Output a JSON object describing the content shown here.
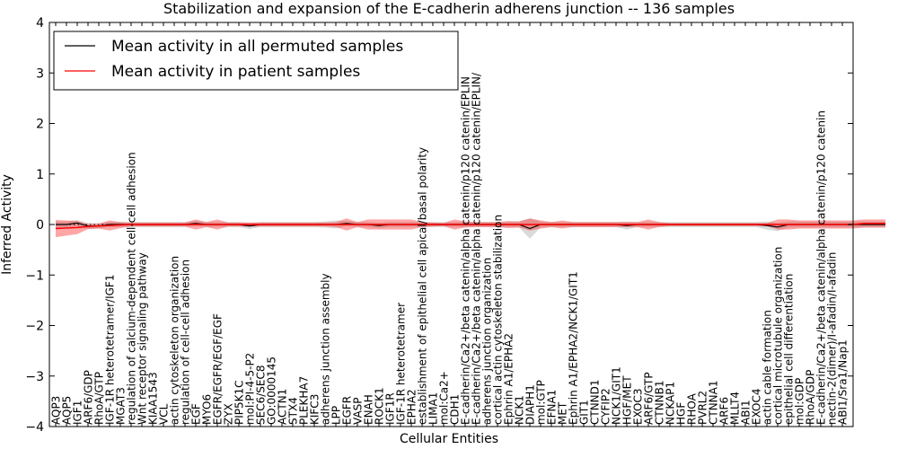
{
  "chart_data": {
    "type": "line",
    "title": "Stabilization and expansion of the E-cadherin adherens junction -- 136 samples",
    "xlabel": "Cellular Entities",
    "ylabel": "Inferred Activity",
    "ylim": [
      -4,
      4
    ],
    "yticks": [
      "−4",
      "−3",
      "−2",
      "−1",
      "0",
      "1",
      "2",
      "3",
      "4"
    ],
    "ytick_values": [
      -4,
      -3,
      -2,
      -1,
      0,
      1,
      2,
      3,
      4
    ],
    "legend": {
      "placement": "top-left",
      "entries": [
        {
          "label": "Mean activity in all permuted samples",
          "color": "#000000"
        },
        {
          "label": "Mean activity in patient samples",
          "color": "#ff0000"
        }
      ]
    },
    "categories": [
      "AQP3",
      "AQP5",
      "IGF1",
      "ARF6/GDP",
      "RhoA/GTP",
      "IGF-1R heterotetramer/IGF1",
      "MGAT3",
      "regulation of calcium-dependent cell-cell adhesion",
      "Wnt receptor signaling pathway",
      "KIAA1543",
      "VCL",
      "actin cytoskeleton organization",
      "regulation of cell-cell adhesion",
      "EGF",
      "MYO6",
      "EGFR/EGFR/EGF/EGF",
      "ZYX",
      "PIP5K1C",
      "mol:PI-4-5-P2",
      "SEC6/SEC8",
      "GO:0000145",
      "ACTN1",
      "STX4",
      "PLEKHA7",
      "KIFC3",
      "adherens junction assembly",
      "LPP",
      "EGFR",
      "VASP",
      "ENAH",
      "ROCK1",
      "IGF1R",
      "IGF-1R heterotetramer",
      "EPHA2",
      "establishment of epithelial cell apical/basal polarity",
      "LIMA1",
      "mol:Ca2+",
      "CDH1",
      "E-cadherin/Ca2+/beta catenin/alpha catenin/p120 catenin/EPLIN",
      "E-cadherin/Ca2+/beta catenin/alpha catenin/p120 catenin/EPLIN/",
      "adherens junction organization",
      "cortical actin cytoskeleton stabilization",
      "Ephrin A1/EPHA2",
      "NCK1",
      "DIAPH1",
      "mol:GTP",
      "EFNA1",
      "MET",
      "Ephrin A1/EPHA2/NCK1/GIT1",
      "GIT1",
      "CTNND1",
      "CYFIP2",
      "NCK1/GIT1",
      "HGF/MET",
      "EXOC3",
      "ARF6/GTP",
      "CTNNB1",
      "NCKAP1",
      "HGF",
      "RHOA",
      "PVRL2",
      "CTNNA1",
      "ARF6",
      "MLLT4",
      "ABI1",
      "EXOC4",
      "actin cable formation",
      "cortical microtubule organization",
      "epithelial cell differentiation",
      "mol:GDP",
      "RhoA/GDP",
      "E-cadherin/Ca2+/beta catenin/alpha catenin/p120 catenin",
      "nectin-2(dimer)/I-afadin/I-afadin",
      "ABI1/Sra1/Nap1"
    ],
    "series": [
      {
        "name": "Mean activity in patient samples",
        "color": "#ff0000",
        "values": [
          -0.08,
          -0.07,
          -0.06,
          -0.04,
          -0.03,
          -0.02,
          -0.01,
          0,
          0,
          0,
          0,
          0,
          0,
          0,
          0,
          0,
          0,
          0,
          0,
          0,
          0,
          0,
          0,
          0,
          0,
          0,
          0,
          0,
          0,
          0,
          0,
          0,
          0,
          0,
          0,
          0,
          0,
          0,
          0,
          0,
          0,
          0,
          0,
          0,
          0,
          0,
          0,
          0,
          0,
          0,
          0,
          0,
          0,
          0,
          0,
          0,
          0,
          0,
          0,
          0,
          0,
          0,
          0,
          0,
          0,
          0,
          0,
          0,
          0,
          0,
          0,
          0,
          0,
          0,
          0,
          0.02,
          0.02,
          0.02
        ],
        "spread": [
          0.17,
          0.15,
          0.13,
          0.05,
          0.05,
          0.1,
          0.06,
          0.04,
          0.04,
          0.04,
          0.04,
          0.04,
          0.04,
          0.1,
          0.05,
          0.1,
          0.04,
          0.04,
          0.04,
          0.04,
          0.04,
          0.04,
          0.04,
          0.04,
          0.04,
          0.04,
          0.05,
          0.12,
          0.05,
          0.1,
          0.1,
          0.1,
          0.1,
          0.1,
          0.05,
          0.04,
          0.03,
          0.1,
          0.06,
          0.05,
          0.05,
          0.05,
          0.07,
          0.06,
          0.12,
          0.08,
          0.05,
          0.08,
          0.05,
          0.05,
          0.05,
          0.05,
          0.05,
          0.05,
          0.05,
          0.1,
          0.05,
          0.03,
          0.03,
          0.03,
          0.03,
          0.03,
          0.03,
          0.03,
          0.03,
          0.03,
          0.03,
          0.1,
          0.1,
          0.08,
          0.08,
          0.08,
          0.08,
          0.08,
          0.08,
          0.08,
          0.08,
          0.08
        ]
      },
      {
        "name": "Mean activity in all permuted samples",
        "color": "#000000",
        "values": [
          0,
          0,
          0.03,
          -0.03,
          -0.03,
          0,
          0,
          0,
          0,
          0,
          0,
          0,
          0,
          0.02,
          0,
          0,
          0,
          0,
          -0.03,
          0,
          0,
          0,
          0,
          0,
          0,
          0,
          0,
          0.02,
          0,
          0,
          -0.02,
          0,
          0,
          0,
          0,
          0,
          0,
          0,
          0,
          0,
          0,
          0,
          0,
          0,
          -0.08,
          0,
          0,
          0,
          0,
          0,
          0,
          0,
          0,
          -0.02,
          0,
          0,
          0,
          0,
          0,
          0,
          0,
          0,
          0,
          0,
          0,
          0,
          -0.02,
          -0.05,
          0,
          0,
          0,
          0,
          0,
          0,
          0,
          0,
          0,
          0
        ],
        "spread": [
          0.06,
          0.06,
          0.06,
          0.06,
          0.05,
          0.05,
          0.05,
          0.05,
          0.05,
          0.05,
          0.05,
          0.05,
          0.05,
          0.05,
          0.05,
          0.05,
          0.05,
          0.05,
          0.06,
          0.05,
          0.05,
          0.05,
          0.05,
          0.05,
          0.05,
          0.06,
          0.08,
          0.05,
          0.05,
          0.05,
          0.05,
          0.05,
          0.05,
          0.05,
          0.05,
          0.05,
          0.05,
          0.05,
          0.05,
          0.05,
          0.05,
          0.05,
          0.05,
          0.06,
          0.2,
          0.06,
          0.05,
          0.05,
          0.05,
          0.05,
          0.05,
          0.05,
          0.05,
          0.08,
          0.05,
          0.05,
          0.05,
          0.05,
          0.05,
          0.05,
          0.05,
          0.05,
          0.05,
          0.05,
          0.05,
          0.05,
          0.08,
          0.08,
          0.06,
          0.06,
          0.06,
          0.06,
          0.06,
          0.06,
          0.06,
          0.06,
          0.06,
          0.06
        ]
      }
    ]
  }
}
